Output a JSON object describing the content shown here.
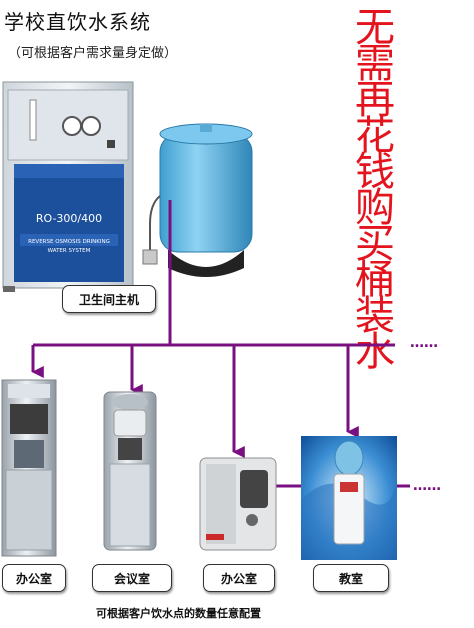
{
  "title": "学校直饮水系统",
  "subtitle": "（可根据客户需求量身定做）",
  "slogan": [
    "无",
    "需",
    "再",
    "花",
    "钱",
    "购",
    "买",
    "桶",
    "装",
    "水"
  ],
  "machine": {
    "panel_model": "RO-300/400",
    "panel_line1": "REVERSE OSMOSIS DRINKING",
    "panel_line2": "WATER SYSTEM"
  },
  "host_label": "卫生间主机",
  "ellipsis": "……",
  "terminals": [
    {
      "label": "办公室"
    },
    {
      "label": "会议室"
    },
    {
      "label": "办公室"
    },
    {
      "label": "教室"
    }
  ],
  "footer": "可根据客户饮水点的数量任意配置",
  "colors": {
    "pipe": "#7a0f82",
    "slogan": "#e4141e",
    "tank": "#5bb5e3",
    "machine_panel": "#1c4f9c"
  }
}
